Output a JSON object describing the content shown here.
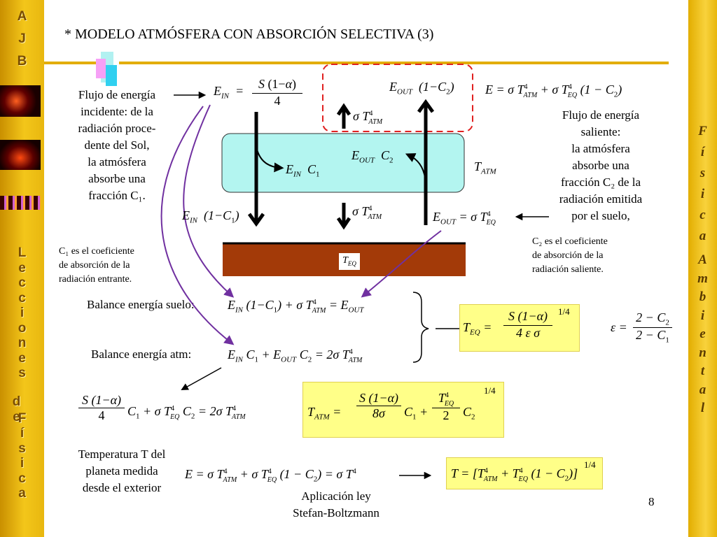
{
  "title": "* MODELO ATMÓSFERA CON ABSORCIÓN SELECTIVA (3)",
  "page_number": "8",
  "left_sidebar": {
    "top_letters": [
      "A",
      "J",
      "B"
    ],
    "bottom_letters": [
      "L",
      "e",
      "c",
      "c",
      "i",
      "o",
      "n",
      "e",
      "s",
      "d",
      "e",
      "F",
      "í",
      "s",
      "i",
      "c",
      "a"
    ]
  },
  "right_sidebar": {
    "letters": [
      "F",
      "í",
      "s",
      "i",
      "c",
      "a",
      "A",
      "m",
      "b",
      "i",
      "e",
      "n",
      "t",
      "a",
      "l"
    ]
  },
  "text": {
    "incoming_flux": [
      "Flujo de energía",
      "incidente: de la",
      "radiación proce-",
      "dente del Sol,",
      "la atmósfera",
      "absorbe una",
      "fracción C₁."
    ],
    "outgoing_flux": [
      "Flujo de energía",
      "saliente:",
      "la atmósfera",
      "absorbe una",
      "fracción C₂ de la",
      "radiación emitida",
      "por el suelo,"
    ],
    "c1_note": [
      "C₁ es el coeficiente",
      "de absorción de la",
      "radiación entrante."
    ],
    "c2_note": [
      "C₂ es el coeficiente",
      "de absorción de la",
      "radiación saliente."
    ],
    "balance_ground": "Balance energía suelo:",
    "balance_atm": "Balance energía atm:",
    "temperature_label": [
      "Temperatura T del",
      "planeta medida",
      "desde el exterior"
    ],
    "application": [
      "Aplicación ley",
      "Stefan-Boltzmann"
    ]
  },
  "diagram_labels": {
    "ein": "E",
    "tatm": "T",
    "teq": "T"
  },
  "colors": {
    "sidebar": "#f3c61a",
    "atmosphere": "#b3f5f0",
    "ground": "#a33a08",
    "formula_box": "#ffff88",
    "purple_arrow": "#7030a0",
    "dashed_box": "#e02020"
  }
}
